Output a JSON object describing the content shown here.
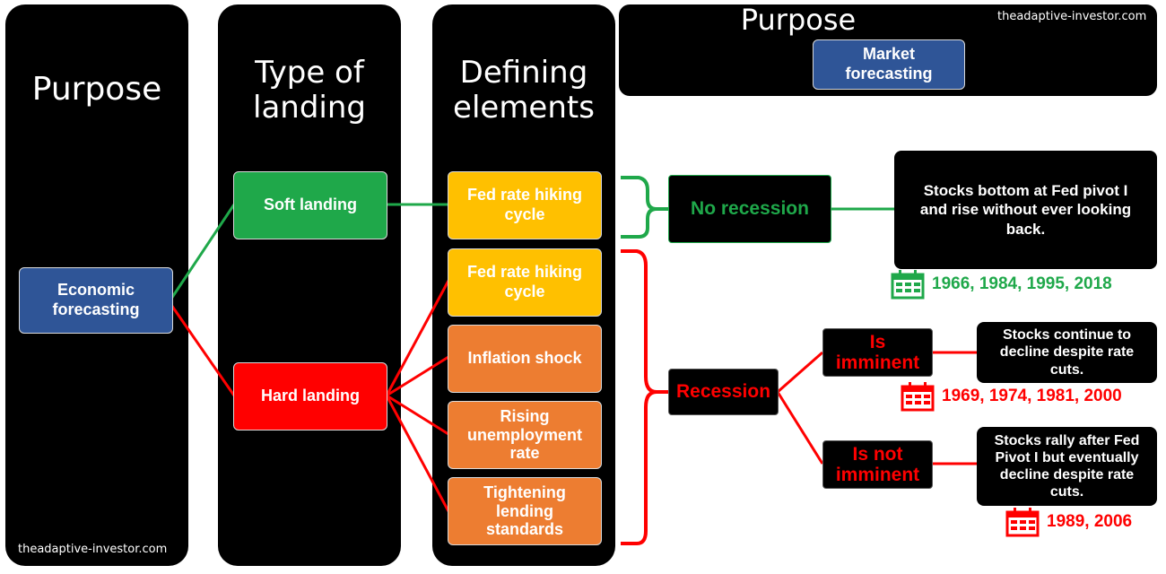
{
  "columns": {
    "purpose_title": "Purpose",
    "type_title_l1": "Type of",
    "type_title_l2": "landing",
    "defining_title_l1": "Defining",
    "defining_title_l2": "elements",
    "right_purpose_title": "Purpose"
  },
  "watermark": "theadaptive-investor.com",
  "purposes": {
    "economic_l1": "Economic",
    "economic_l2": "forecasting",
    "market_l1": "Market",
    "market_l2": "forecasting"
  },
  "landings": {
    "soft": "Soft landing",
    "hard": "Hard landing"
  },
  "elements": {
    "fed_l1": "Fed rate hiking",
    "fed_l2": "cycle",
    "inflation": "Inflation shock",
    "rising_l1": "Rising",
    "rising_l2": "unemployment",
    "rising_l3": "rate",
    "tight_l1": "Tightening",
    "tight_l2": "lending",
    "tight_l3": "standards"
  },
  "outcomes": {
    "no_recession": "No recession",
    "recession": "Recession",
    "imminent_l1": "Is",
    "imminent_l2": "imminent",
    "not_imminent_l1": "Is not",
    "not_imminent_l2": "imminent"
  },
  "notes": {
    "soft_l1": "Stocks bottom at Fed pivot I",
    "soft_l2": "and rise without ever looking",
    "soft_l3": "back.",
    "imminent_l1": "Stocks continue to",
    "imminent_l2": "decline despite rate",
    "imminent_l3": "cuts.",
    "not_l1": "Stocks rally after Fed",
    "not_l2": "Pivot I but eventually",
    "not_l3": "decline despite rate",
    "not_l4": "cuts."
  },
  "years": {
    "soft": "1966, 1984, 1995, 2018",
    "imminent": "1969, 1974, 1981, 2000",
    "not_imminent": "1989, 2006"
  },
  "colors": {
    "green": "#1fa84a",
    "red": "#ff0000",
    "blue": "#2f5597",
    "yellow": "#ffc000",
    "orange": "#ed7d31"
  },
  "icons": [
    "calendar-icon"
  ]
}
